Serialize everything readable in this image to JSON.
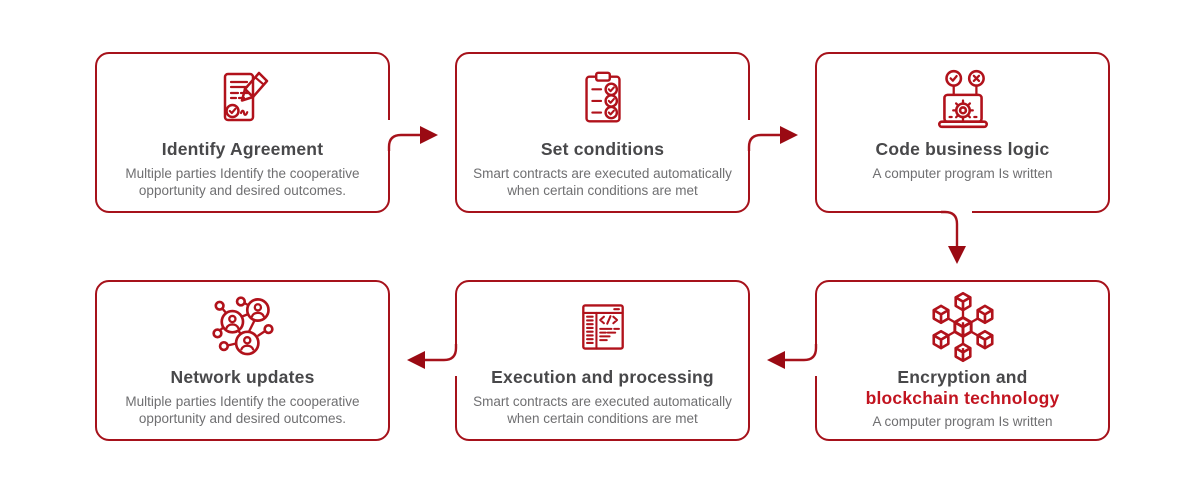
{
  "colors": {
    "background": "#ffffff",
    "line_red": "#a6121b",
    "arrow_red": "#9a0a13",
    "icon_red": "#b1121b",
    "title_dark": "#48484a",
    "desc_gray": "#6f6f71",
    "highlight_red": "#c21420"
  },
  "flow": {
    "steps": [
      {
        "id": 1,
        "icon": "contract-sign-icon",
        "title": "Identify Agreement",
        "description": "Multiple parties Identify the cooperative opportunity and desired outcomes."
      },
      {
        "id": 2,
        "icon": "checklist-icon",
        "title": "Set conditions",
        "description": "Smart contracts are executed automatically when certain conditions are met"
      },
      {
        "id": 3,
        "icon": "laptop-gear-icon",
        "title": "Code business logic",
        "description": "A computer program Is written"
      },
      {
        "id": 4,
        "icon": "blockchain-icon",
        "title_line1": "Encryption and",
        "title_line2": "blockchain technology",
        "description": "A computer program Is written"
      },
      {
        "id": 5,
        "icon": "code-window-icon",
        "title": "Execution and processing",
        "description": "Smart contracts are executed automatically when certain conditions are met"
      },
      {
        "id": 6,
        "icon": "network-users-icon",
        "title": "Network updates",
        "description": "Multiple parties Identify the cooperative opportunity and desired outcomes."
      }
    ],
    "connectors": [
      {
        "from": 1,
        "to": 2,
        "direction": "right"
      },
      {
        "from": 2,
        "to": 3,
        "direction": "right"
      },
      {
        "from": 3,
        "to": 4,
        "direction": "down"
      },
      {
        "from": 4,
        "to": 5,
        "direction": "left"
      },
      {
        "from": 5,
        "to": 6,
        "direction": "left"
      }
    ]
  }
}
